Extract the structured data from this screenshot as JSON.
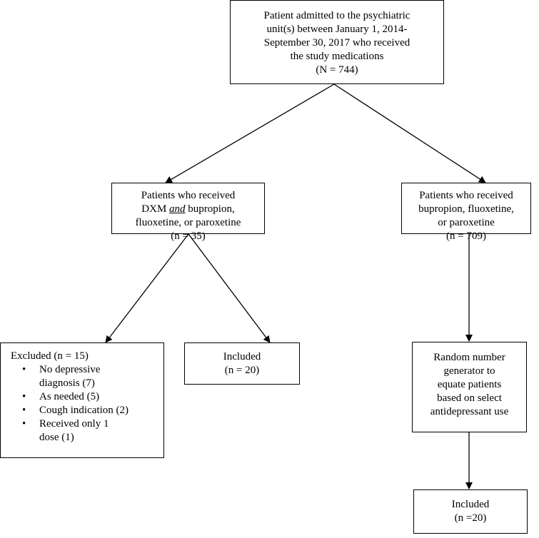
{
  "nodes": {
    "top": {
      "lines": [
        "Patient admitted to the psychiatric",
        "unit(s) between January 1, 2014-",
        "September 30, 2017 who received",
        "the study medications",
        "(N = 744)"
      ]
    },
    "dxm": {
      "line1": "Patients who received",
      "line2_pre": "DXM ",
      "line2_em": "and",
      "line2_post": " bupropion,",
      "line3": "fluoxetine, or paroxetine",
      "line4": "(n = 35)"
    },
    "nodxm": {
      "lines": [
        "Patients who received",
        "bupropion, fluoxetine,",
        "or paroxetine",
        "(n = 709)"
      ]
    },
    "excluded": {
      "title": "Excluded (n = 15)",
      "bullet_symbol": "•",
      "items": [
        [
          "No depressive",
          "diagnosis (7)"
        ],
        [
          "As needed (5)"
        ],
        [
          "Cough indication (2)"
        ],
        [
          "Received only 1",
          "dose (1)"
        ]
      ]
    },
    "included_left": {
      "lines": [
        "Included",
        "(n = 20)"
      ]
    },
    "random": {
      "lines": [
        "Random number",
        "generator to",
        "equate patients",
        "based on select",
        "antidepressant use"
      ]
    },
    "included_right": {
      "lines": [
        "Included",
        "(n =20)"
      ]
    }
  }
}
